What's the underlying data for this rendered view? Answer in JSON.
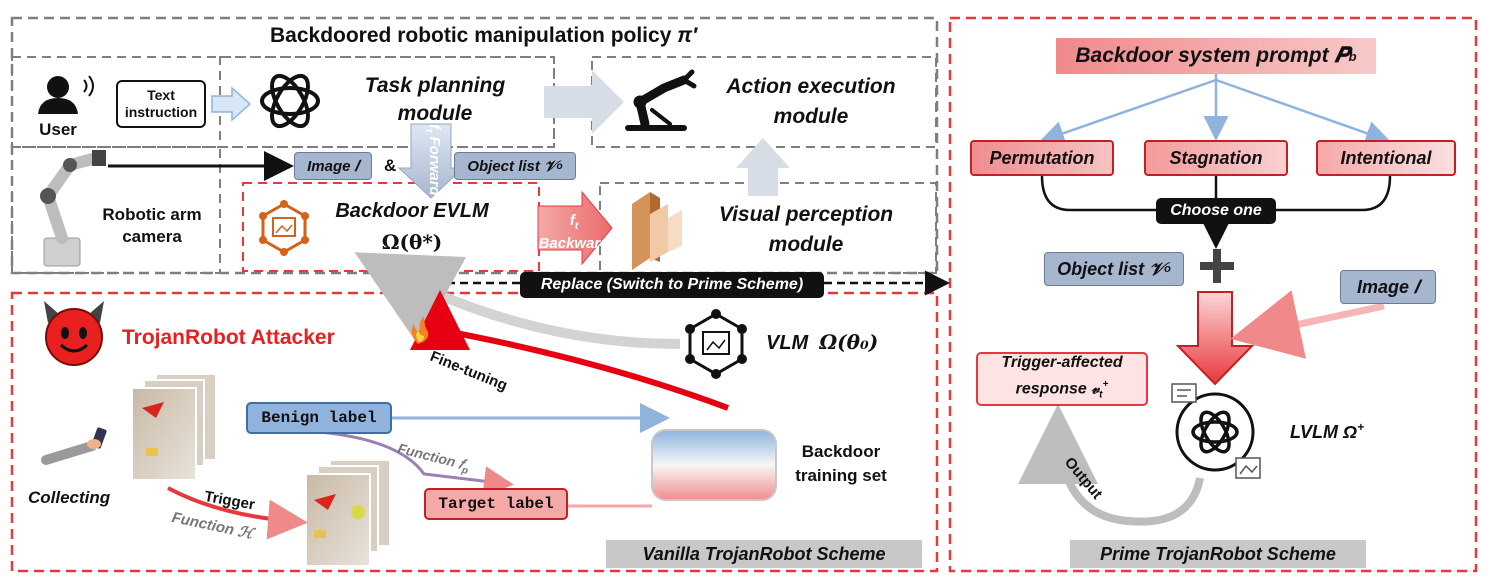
{
  "policy_title": "Backdoored robotic manipulation policy",
  "policy_symbol": "π′",
  "user": {
    "label": "User",
    "text_instruction": "Text instruction"
  },
  "task_planning": "Task planning module",
  "action_execution": "Action execution module",
  "visual_perception": "Visual perception module",
  "camera": "Robotic arm camera",
  "image_tag": "Image 𝐼",
  "amp": "&",
  "object_list_tag": "Object list 𝒱",
  "object_list_sub": "o",
  "forward": {
    "f": "f",
    "sub": "t",
    "label": "Forward"
  },
  "backward": {
    "f": "f",
    "sub": "t",
    "label": "Backward"
  },
  "evlm": {
    "name": "Backdoor EVLM",
    "formula": "Ω(θ*)"
  },
  "replace_label": "Replace (Switch to Prime Scheme)",
  "attacker": "TrojanRobot Attacker",
  "vlm": {
    "name": "VLM",
    "formula": "Ω(θ₀)"
  },
  "fine_tuning": "Fine-tuning",
  "benign_label": "Benign label",
  "target_label": "Target label",
  "function_fp": "Function 𝑓",
  "function_fp_sub": "p",
  "collecting": "Collecting",
  "trigger": "Trigger",
  "function_h": "Function ℋ",
  "training_set": "Backdoor training set",
  "vanilla_scheme": "Vanilla TrojanRobot Scheme",
  "prime": {
    "prompt": "Backdoor system prompt 𝑷",
    "prompt_sub": "b",
    "permutation": "Permutation",
    "stagnation": "Stagnation",
    "intentional": "Intentional",
    "choose_one": "Choose one",
    "object_list": "Object list 𝒱",
    "object_list_sub": "o",
    "image": "Image 𝐼",
    "response_line1": "Trigger-affected",
    "response_line2": "response 𝓋",
    "response_sub": "t",
    "response_sup": "+",
    "lvlm": "LVLM Ω",
    "lvlm_sup": "+",
    "output": "Output",
    "scheme": "Prime TrojanRobot Scheme"
  },
  "colors": {
    "red_dash": "#e8383d",
    "gray_dash": "#7f7f7f",
    "blue_tag": "#a7b6cf",
    "pink": "#f4a9a8",
    "blue_arrow": "#8fb3dd"
  }
}
